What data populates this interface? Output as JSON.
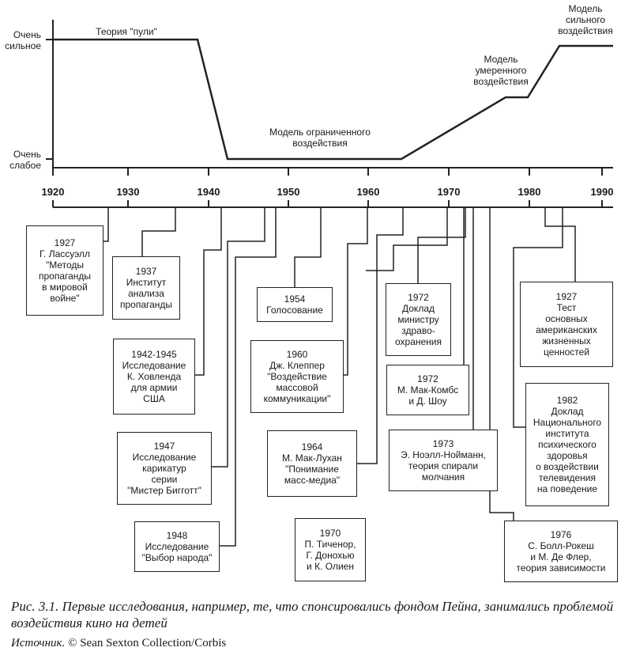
{
  "levels": {
    "strong": [
      "Очень",
      "сильное"
    ],
    "weak": [
      "Очень",
      "слабое"
    ]
  },
  "curve_labels": [
    {
      "id": "bullet",
      "lines": [
        "Теория \"пули\""
      ]
    },
    {
      "id": "limited",
      "lines": [
        "Модель ограниченного",
        "воздействия"
      ]
    },
    {
      "id": "moderate",
      "lines": [
        "Модель",
        "умеренного",
        "воздействия"
      ]
    },
    {
      "id": "powerful",
      "lines": [
        "Модель",
        "сильного",
        "воздействия"
      ]
    }
  ],
  "decades": [
    "1920",
    "1930",
    "1940",
    "1950",
    "1960",
    "1970",
    "1980",
    "1990"
  ],
  "events": [
    {
      "id": "e1927l",
      "lines": [
        "1927",
        "Г. Лассуэлл",
        "\"Методы",
        "пропаганды",
        "в мировой",
        "войне\""
      ]
    },
    {
      "id": "e1937",
      "lines": [
        "1937",
        "Институт",
        "анализа",
        "пропаганды"
      ]
    },
    {
      "id": "e1942",
      "lines": [
        "1942-1945",
        "Исследование",
        "К. Ховленда",
        "для армии",
        "США"
      ]
    },
    {
      "id": "e1947",
      "lines": [
        "1947",
        "Исследование",
        "карикатур",
        "серии",
        "\"Мистер Бигготт\""
      ]
    },
    {
      "id": "e1948",
      "lines": [
        "1948",
        "Исследование",
        "\"Выбор народа\""
      ]
    },
    {
      "id": "e1954",
      "lines": [
        "1954",
        "Голосование"
      ]
    },
    {
      "id": "e1960",
      "lines": [
        "1960",
        "Дж. Клеппер",
        "\"Воздействие",
        "массовой",
        "коммуникации\""
      ]
    },
    {
      "id": "e1964",
      "lines": [
        "1964",
        "М. Мак-Лухан",
        "\"Понимание",
        "масс-медиа\""
      ]
    },
    {
      "id": "e1970",
      "lines": [
        "1970",
        "П. Тиченор,",
        "Г. Донохью",
        "и К. Олиен"
      ]
    },
    {
      "id": "e1972a",
      "lines": [
        "1972",
        "Доклад",
        "министру",
        "здраво-",
        "охранения"
      ]
    },
    {
      "id": "e1972b",
      "lines": [
        "1972",
        "М. Мак-Комбс",
        "и Д. Шоу"
      ]
    },
    {
      "id": "e1973",
      "lines": [
        "1973",
        "Э. Ноэлл-Нойманн,",
        "теория спирали",
        "молчания"
      ]
    },
    {
      "id": "e1927t",
      "lines": [
        "1927",
        "Тест",
        "основных",
        "американских",
        "жизненных",
        "ценностей"
      ]
    },
    {
      "id": "e1982",
      "lines": [
        "1982",
        "Доклад",
        "Национального",
        "института",
        "психического",
        "здоровья",
        "о воздействии",
        "телевидения",
        "на поведение"
      ]
    },
    {
      "id": "e1976",
      "lines": [
        "1976",
        "С. Болл-Рокеш",
        "и М. Де Флер,",
        "теория зависимости"
      ]
    }
  ],
  "caption": "Рис. 3.1. Первые исследования, например, те, что спонсировались фондом Пейна, занимались проблемой воздействия кино на детей",
  "source": {
    "label": "Источник.",
    "text": "© Sean Sexton Collection/Corbis"
  }
}
